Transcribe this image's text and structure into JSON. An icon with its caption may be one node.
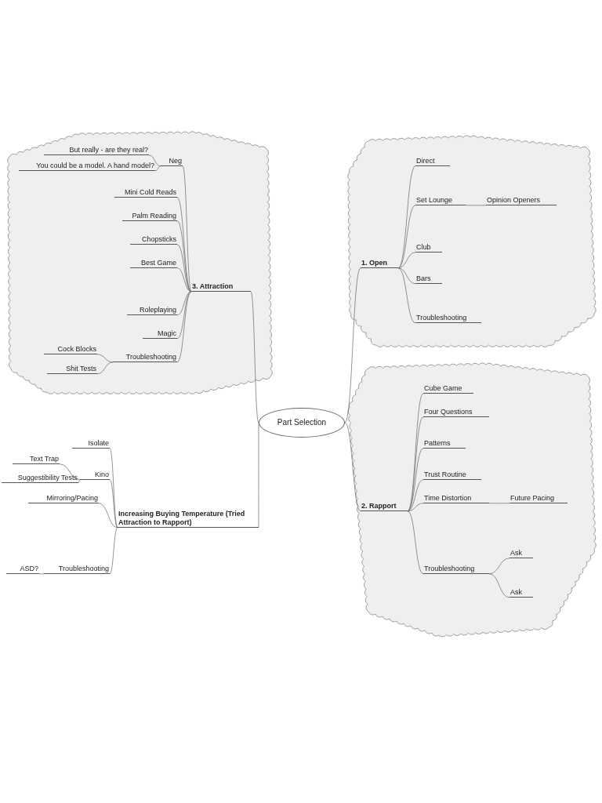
{
  "diagram": {
    "nodes": [
      {
        "text": [
          "Part Selection"
        ]
      },
      {
        "text": [
          "3. Attraction"
        ]
      },
      {
        "text": [
          "Neg"
        ]
      },
      {
        "text": [
          "But really - are they real?"
        ]
      },
      {
        "text": [
          "You could be a model. A hand model?"
        ]
      },
      {
        "text": [
          "Mini Cold Reads"
        ]
      },
      {
        "text": [
          "Palm Reading"
        ]
      },
      {
        "text": [
          "Chopsticks"
        ]
      },
      {
        "text": [
          "Best Game"
        ]
      },
      {
        "text": [
          "Roleplaying"
        ]
      },
      {
        "text": [
          "Magic"
        ]
      },
      {
        "text": [
          "Troubleshooting"
        ]
      },
      {
        "text": [
          "Cock Blocks"
        ]
      },
      {
        "text": [
          "Shit Tests"
        ]
      },
      {
        "text": [
          "Increasing Buying Temperature (Tried Attraction to Rapport)"
        ]
      },
      {
        "text": [
          "Isolate"
        ]
      },
      {
        "text": [
          "Kino"
        ]
      },
      {
        "text": [
          "Text Trap"
        ]
      },
      {
        "text": [
          "Suggestibility Tests"
        ]
      },
      {
        "text": [
          "Mirroring/Pacing"
        ]
      },
      {
        "text": [
          "Troubleshooting"
        ]
      },
      {
        "text": [
          "ASD?"
        ]
      },
      {
        "text": [
          "1. Open"
        ]
      },
      {
        "text": [
          "Direct"
        ]
      },
      {
        "text": [
          "Set Lounge"
        ]
      },
      {
        "text": [
          "Opinion Openers"
        ]
      },
      {
        "text": [
          "Club"
        ]
      },
      {
        "text": [
          "Bars"
        ]
      },
      {
        "text": [
          "Troubleshooting"
        ]
      },
      {
        "text": [
          "2. Rapport"
        ]
      },
      {
        "text": [
          "Cube Game"
        ]
      },
      {
        "text": [
          "Four Questions"
        ]
      },
      {
        "text": [
          "Patterns"
        ]
      },
      {
        "text": [
          "Trust Routine"
        ]
      },
      {
        "text": [
          "Time Distortion"
        ]
      },
      {
        "text": [
          "Future Pacing"
        ]
      },
      {
        "text": [
          "Troubleshooting"
        ]
      },
      {
        "text": [
          "Ask"
        ]
      },
      {
        "text": [
          "Ask"
        ]
      }
    ],
    "edges": [
      {
        "from": 0,
        "to": 1,
        "arrow": "none"
      },
      {
        "from": 1,
        "to": 2,
        "arrow": "none"
      },
      {
        "from": 2,
        "to": 3,
        "arrow": "none"
      },
      {
        "from": 2,
        "to": 4,
        "arrow": "none"
      },
      {
        "from": 1,
        "to": 5,
        "arrow": "none"
      },
      {
        "from": 1,
        "to": 6,
        "arrow": "none"
      },
      {
        "from": 1,
        "to": 7,
        "arrow": "none"
      },
      {
        "from": 1,
        "to": 8,
        "arrow": "none"
      },
      {
        "from": 1,
        "to": 9,
        "arrow": "none"
      },
      {
        "from": 1,
        "to": 10,
        "arrow": "none"
      },
      {
        "from": 1,
        "to": 11,
        "arrow": "none"
      },
      {
        "from": 11,
        "to": 12,
        "arrow": "none"
      },
      {
        "from": 11,
        "to": 13,
        "arrow": "none"
      },
      {
        "from": 0,
        "to": 14,
        "arrow": "none"
      },
      {
        "from": 14,
        "to": 15,
        "arrow": "none"
      },
      {
        "from": 14,
        "to": 16,
        "arrow": "none"
      },
      {
        "from": 16,
        "to": 17,
        "arrow": "none"
      },
      {
        "from": 16,
        "to": 18,
        "arrow": "none"
      },
      {
        "from": 14,
        "to": 19,
        "arrow": "none"
      },
      {
        "from": 14,
        "to": 20,
        "arrow": "none"
      },
      {
        "from": 20,
        "to": 21,
        "arrow": "none"
      },
      {
        "from": 0,
        "to": 22,
        "arrow": "none"
      },
      {
        "from": 22,
        "to": 23,
        "arrow": "none"
      },
      {
        "from": 22,
        "to": 24,
        "arrow": "none"
      },
      {
        "from": 24,
        "to": 25,
        "arrow": "none"
      },
      {
        "from": 22,
        "to": 26,
        "arrow": "none"
      },
      {
        "from": 22,
        "to": 27,
        "arrow": "none"
      },
      {
        "from": 22,
        "to": 28,
        "arrow": "none"
      },
      {
        "from": 0,
        "to": 29,
        "arrow": "none"
      },
      {
        "from": 29,
        "to": 30,
        "arrow": "none"
      },
      {
        "from": 29,
        "to": 31,
        "arrow": "none"
      },
      {
        "from": 29,
        "to": 32,
        "arrow": "none"
      },
      {
        "from": 29,
        "to": 33,
        "arrow": "none"
      },
      {
        "from": 29,
        "to": 34,
        "arrow": "none"
      },
      {
        "from": 34,
        "to": 35,
        "arrow": "none"
      },
      {
        "from": 29,
        "to": 36,
        "arrow": "none"
      },
      {
        "from": 36,
        "to": 37,
        "arrow": "none"
      },
      {
        "from": 36,
        "to": 38,
        "arrow": "none"
      }
    ]
  }
}
